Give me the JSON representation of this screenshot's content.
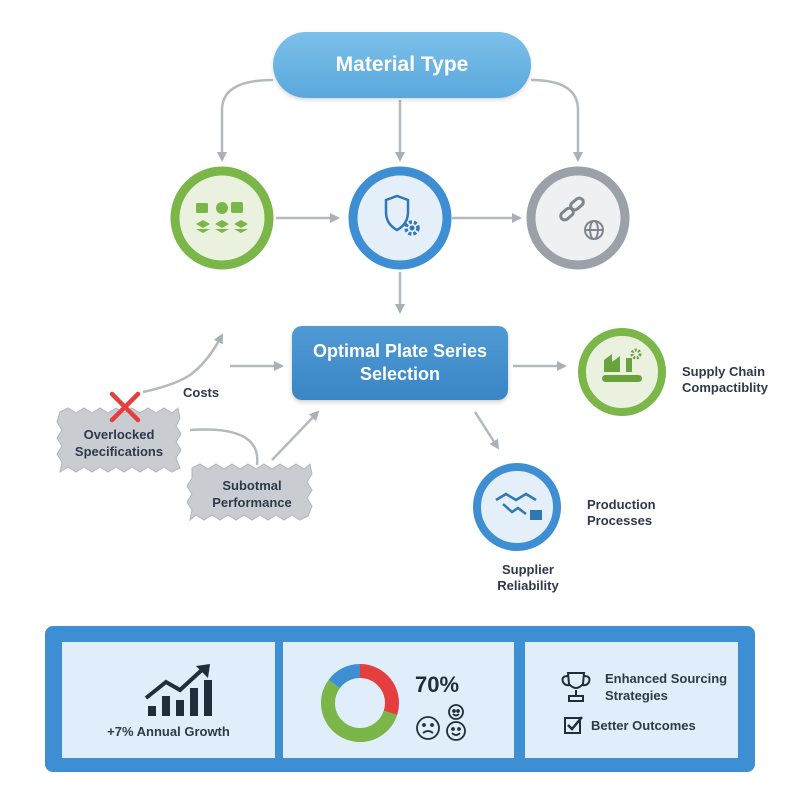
{
  "diagram": {
    "material_type": "Material Type",
    "optimal_selection": "Optimal Plate Series Selection",
    "costs": "Costs",
    "overlocked_specs": "Overlocked Specifications",
    "suboptimal_performance": "Subotmal Performance",
    "supply_chain": "Supply Chain Compactiblity",
    "production_processes": "Production Processes",
    "supplier_reliability": "Supplier Reliability"
  },
  "summary": {
    "growth_label": "+7% Annual Growth",
    "percent_value": "70%",
    "donut_segments": [
      {
        "color": "#e53e3e",
        "value": 0.3
      },
      {
        "color": "#7ab648",
        "value": 0.55
      },
      {
        "color": "#3d8ed2",
        "value": 0.15
      }
    ],
    "strategies_label": "Enhanced Sourcing Strategies",
    "outcomes_label": "Better Outcomes"
  },
  "colors": {
    "green": "#7ab648",
    "blue": "#3d8ed2",
    "gray": "#9aa1a8",
    "red": "#e53e3e"
  }
}
